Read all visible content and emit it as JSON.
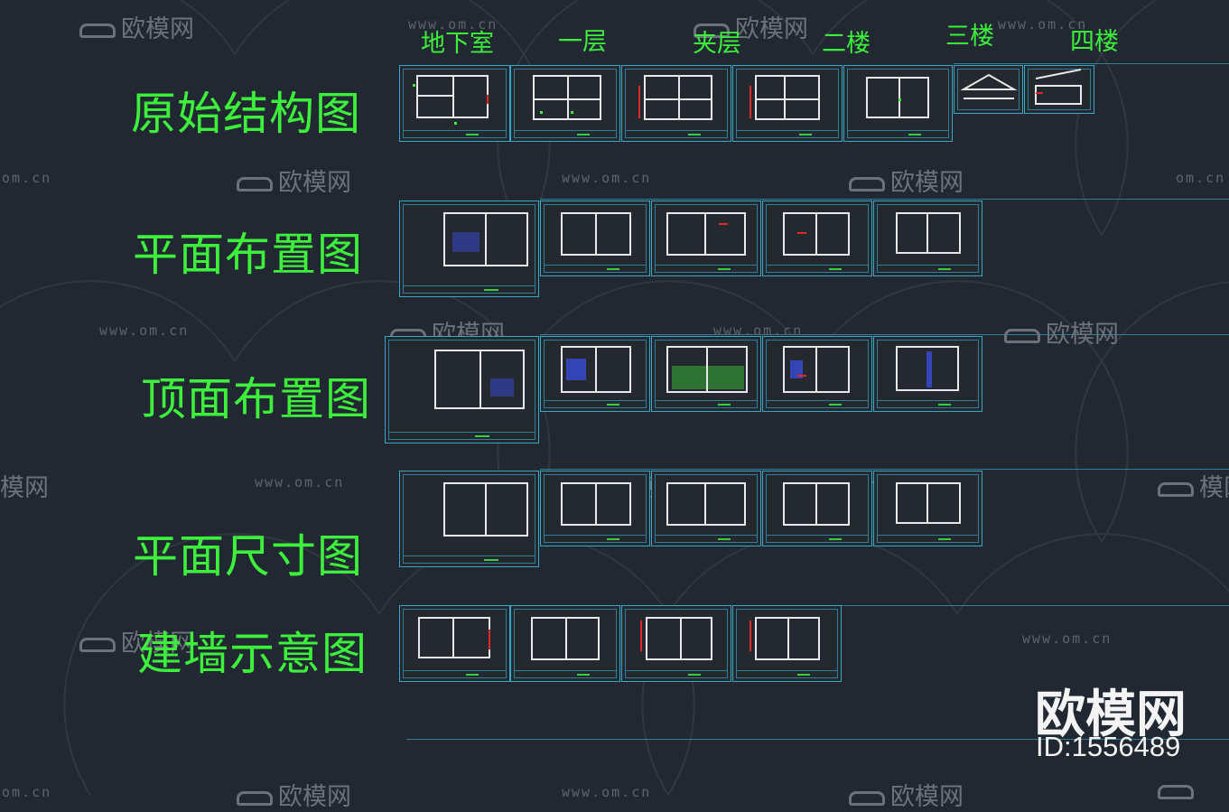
{
  "floors": [
    "地下室",
    "一层",
    "夹层",
    "二楼",
    "三楼",
    "四楼"
  ],
  "rows": [
    {
      "label": "原始结构图",
      "sheet_count": 7
    },
    {
      "label": "平面布置图",
      "sheet_count": 5
    },
    {
      "label": "顶面布置图",
      "sheet_count": 5
    },
    {
      "label": "平面尺寸图",
      "sheet_count": 5
    },
    {
      "label": "建墙示意图",
      "sheet_count": 4
    }
  ],
  "watermark": {
    "url": "www.om.cn",
    "url_cut": "om.cn",
    "logo": "欧模网",
    "logo_cut": "模网"
  },
  "brand": {
    "name": "欧模网",
    "id": "ID:1556489"
  },
  "colors": {
    "background": "#222831",
    "label_green": "#3cf03c",
    "sheet_border": "#3aa6c4",
    "wall": "#e8e8e8",
    "accent_red": "#e02828"
  }
}
